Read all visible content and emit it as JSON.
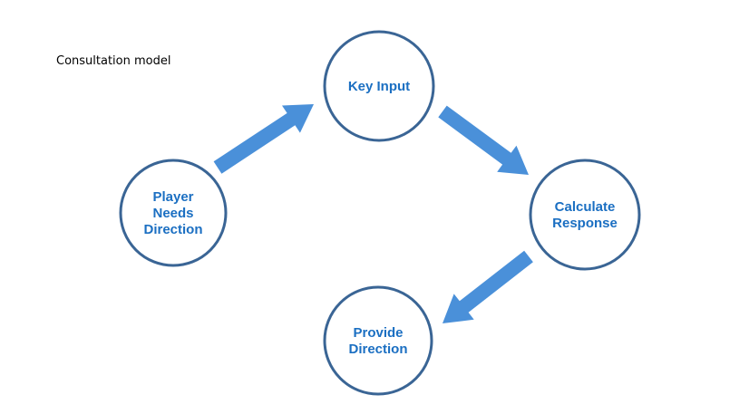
{
  "title": "Consultation model",
  "colors": {
    "circle_stroke": "#3a6595",
    "arrow_fill": "#4a90d9",
    "label_text": "#1b6fc2"
  },
  "nodes": [
    {
      "id": "player-needs-direction",
      "lines": [
        "Player",
        "Needs",
        "Direction"
      ]
    },
    {
      "id": "key-input",
      "lines": [
        "Key Input"
      ]
    },
    {
      "id": "calculate-response",
      "lines": [
        "Calculate",
        "Response"
      ]
    },
    {
      "id": "provide-direction",
      "lines": [
        "Provide",
        "Direction"
      ]
    }
  ],
  "edges": [
    {
      "from": "player-needs-direction",
      "to": "key-input"
    },
    {
      "from": "key-input",
      "to": "calculate-response"
    },
    {
      "from": "calculate-response",
      "to": "provide-direction"
    }
  ]
}
